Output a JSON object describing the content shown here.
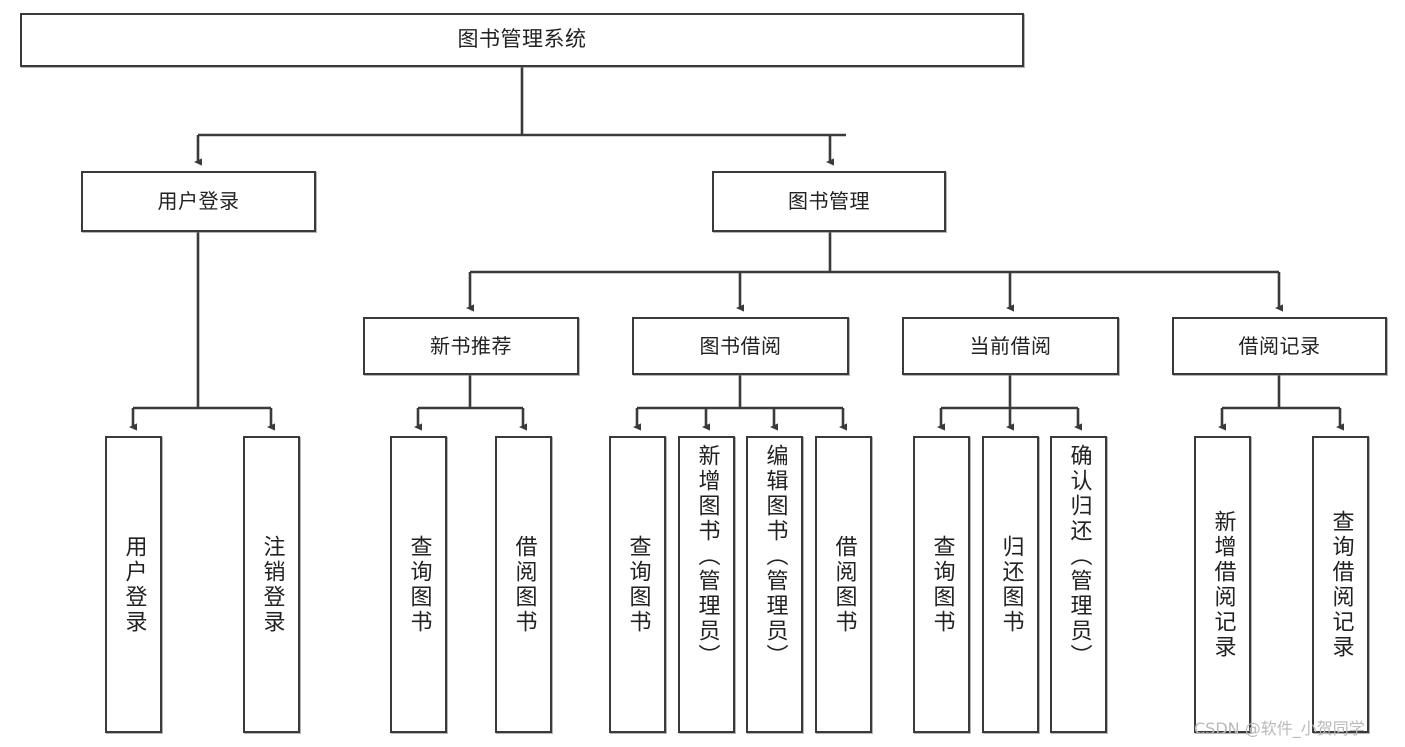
{
  "diagram": {
    "title": "图书管理系统",
    "type": "tree-hierarchy-chart",
    "root": {
      "id": "root",
      "label": "图书管理系统"
    },
    "level2": [
      {
        "id": "user-login",
        "label": "用户登录"
      },
      {
        "id": "book-manage",
        "label": "图书管理"
      }
    ],
    "level3": [
      {
        "id": "new-book-rec",
        "label": "新书推荐"
      },
      {
        "id": "book-borrow",
        "label": "图书借阅"
      },
      {
        "id": "current-loan",
        "label": "当前借阅"
      },
      {
        "id": "loan-record",
        "label": "借阅记录"
      }
    ],
    "leaves": [
      {
        "id": "leaf-user-login",
        "parent": "user-login",
        "label": "用户登录"
      },
      {
        "id": "leaf-user-logout",
        "parent": "user-login",
        "label": "注销登录"
      },
      {
        "id": "leaf-query-book-1",
        "parent": "new-book-rec",
        "label": "查询图书"
      },
      {
        "id": "leaf-borrow-book-1",
        "parent": "new-book-rec",
        "label": "借阅图书"
      },
      {
        "id": "leaf-query-book-2",
        "parent": "book-borrow",
        "label": "查询图书"
      },
      {
        "id": "leaf-add-book",
        "parent": "book-borrow",
        "label": "新增图书（管理员）"
      },
      {
        "id": "leaf-edit-book",
        "parent": "book-borrow",
        "label": "编辑图书（管理员）"
      },
      {
        "id": "leaf-borrow-book-2",
        "parent": "book-borrow",
        "label": "借阅图书"
      },
      {
        "id": "leaf-query-book-3",
        "parent": "current-loan",
        "label": "查询图书"
      },
      {
        "id": "leaf-return-book",
        "parent": "current-loan",
        "label": "归还图书"
      },
      {
        "id": "leaf-confirm-return",
        "parent": "current-loan",
        "label": "确认归还（管理员）"
      },
      {
        "id": "leaf-add-record",
        "parent": "loan-record",
        "label": "新增借阅记录"
      },
      {
        "id": "leaf-query-record",
        "parent": "loan-record",
        "label": "查询借阅记录"
      }
    ]
  },
  "watermark": {
    "text": "CSDN @软件_小贺同学"
  },
  "colors": {
    "border": "#3a3a3a",
    "background": "#ffffff",
    "text": "#222222",
    "edge": "#3a3a3a",
    "watermark": "#b9b9b9"
  }
}
